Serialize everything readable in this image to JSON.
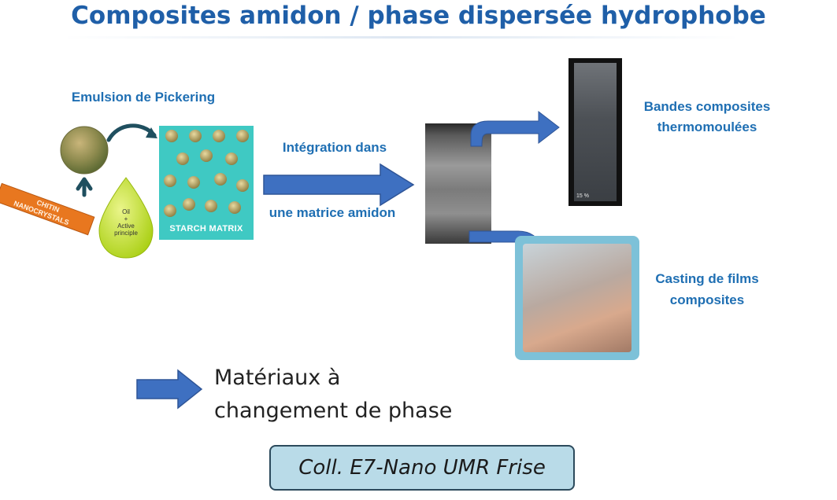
{
  "title": "Composites amidon / phase dispersée hydrophobe",
  "emulsion_label": "Emulsion de Pickering",
  "chitin_label_line1": "CHITIN",
  "chitin_label_line2": "NANOCRYSTALS",
  "droplet_text": "Oil\n+\nActive\nprinciple",
  "starch_matrix_label": "STARCH MATRIX",
  "integration_line1": "Intégration dans",
  "integration_line2": "une matrice amidon",
  "strip_label": "15 %",
  "bandes_line1": "Bandes composites",
  "bandes_line2": "thermomoulées",
  "casting_line1": "Casting de films",
  "casting_line2": "composites",
  "materials_line1": "Matériaux à",
  "materials_line2": "changement de phase",
  "collaboration": "Coll. E7-Nano UMR Frise",
  "colors": {
    "title_blue": "#1f5fa8",
    "arrow_blue": "#3e70c1",
    "matrix_cyan": "#3fc9c3",
    "droplet_green": "#c7e52c",
    "coll_box_bg": "#b9dbe8"
  }
}
